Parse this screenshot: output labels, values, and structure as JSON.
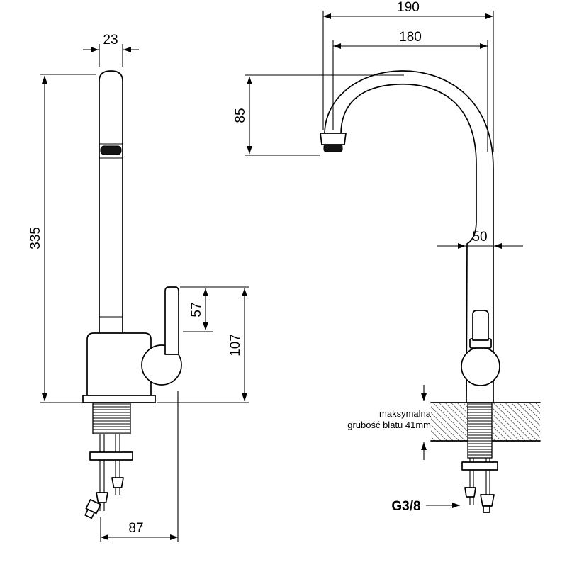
{
  "drawing": {
    "side_view": {
      "spout_width": "23",
      "total_height": "335",
      "lever_height": "57",
      "body_height": "107",
      "base_depth": "87"
    },
    "front_view": {
      "reach_outer": "190",
      "reach_inner": "180",
      "spout_drop": "85",
      "body_width": "50",
      "counter_note_line1": "maksymalna",
      "counter_note_line2": "grubość blatu 41mm",
      "thread_size": "G3/8"
    }
  }
}
